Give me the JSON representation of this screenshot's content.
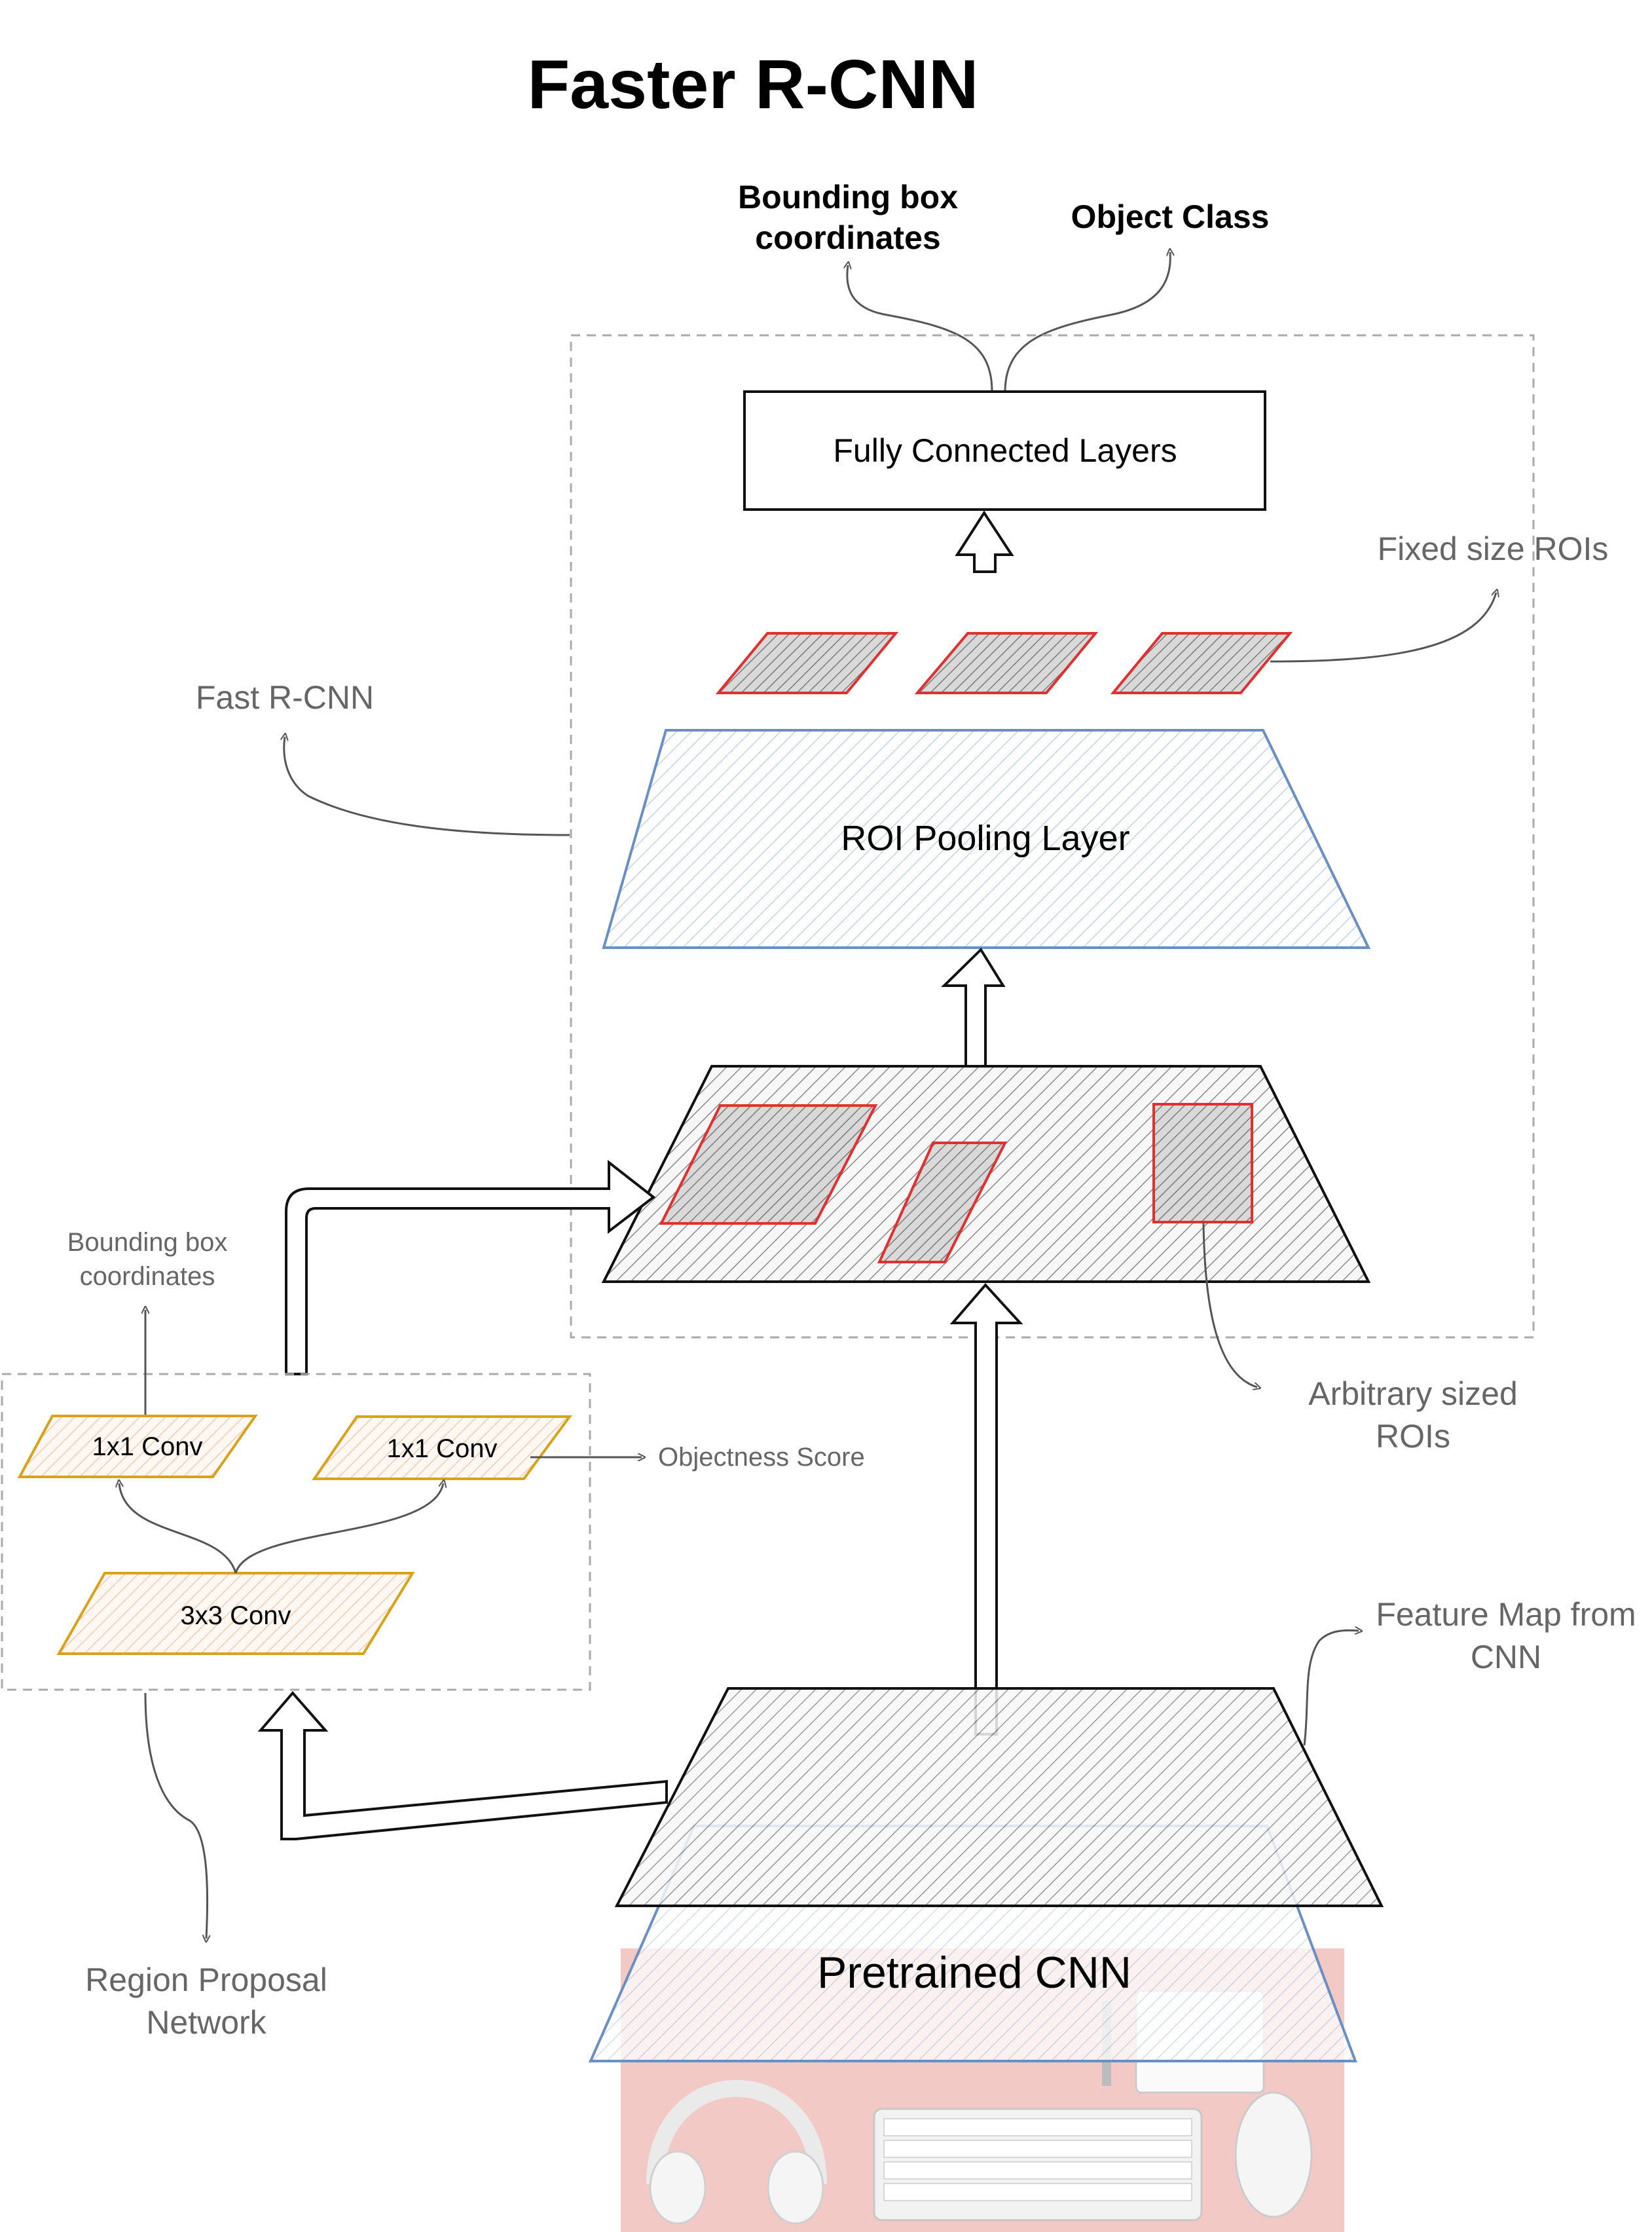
{
  "title": "Faster R-CNN",
  "outputs": {
    "bbox_line1": "Bounding box",
    "bbox_line2": "coordinates",
    "object_class": "Object Class"
  },
  "fc_layer": "Fully Connected Layers",
  "fixed_rois": "Fixed size ROIs",
  "fast_rcnn": "Fast R-CNN",
  "roi_pooling": "ROI Pooling Layer",
  "arbitrary_rois": {
    "line1": "Arbitrary sized",
    "line2": "ROIs"
  },
  "feature_map": {
    "line1": "Feature Map from",
    "line2": "CNN"
  },
  "pretrained_cnn": "Pretrained CNN",
  "rpn": {
    "label_line1": "Region Proposal",
    "label_line2": "Network",
    "bbox_line1": "Bounding box",
    "bbox_line2": "coordinates",
    "conv_a": "1x1 Conv",
    "conv_b": "1x1 Conv",
    "conv_c": "3x3 Conv",
    "objectness": "Objectness Score"
  },
  "colors": {
    "roi_red": "#e03030",
    "blue_outline": "#6a8fc4",
    "rpn_orange": "#d9a21b",
    "desk_pink": "#f3c9c6",
    "hatch_grey": "#999999"
  }
}
